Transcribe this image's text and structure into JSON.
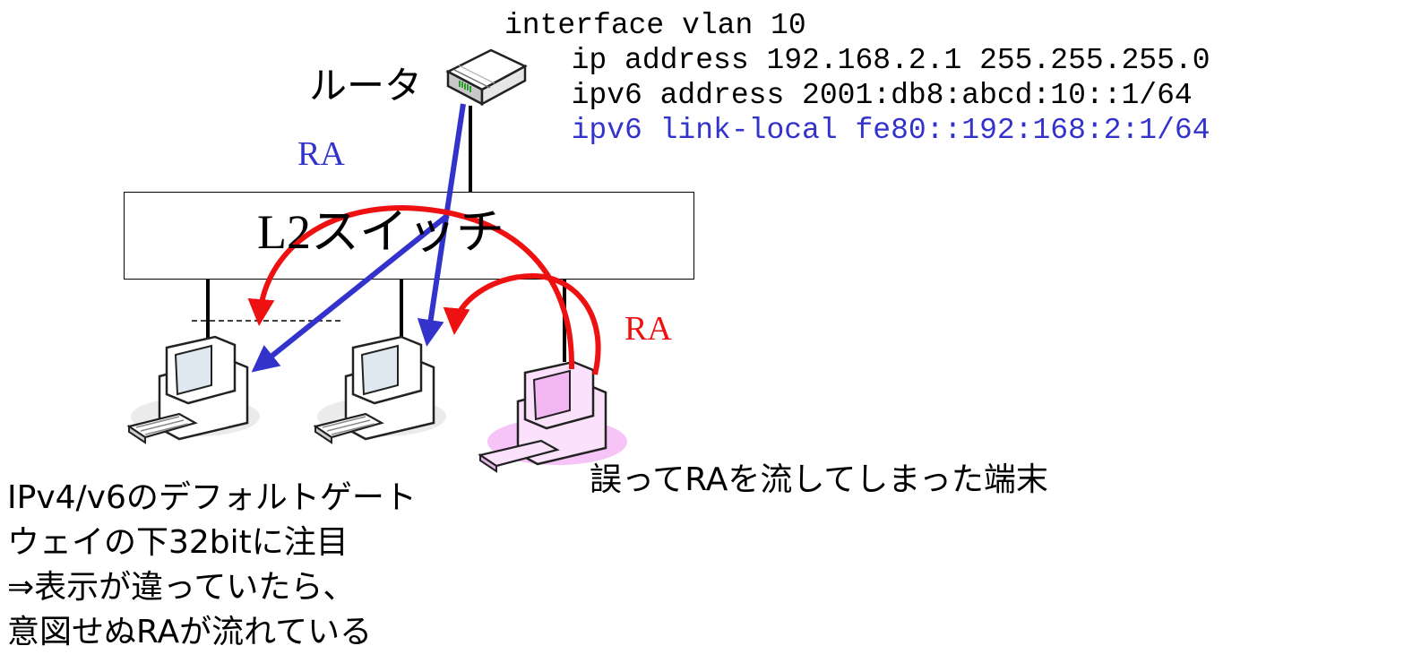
{
  "config": {
    "lines": [
      "interface vlan 10",
      "  ip address 192.168.2.1 255.255.255.0",
      "  ipv6 address 2001:db8:abcd:10::1/64",
      "  ipv6 link-local fe80::192:168:2:1/64"
    ],
    "highlight_color": "#3333cc"
  },
  "router": {
    "label": "ルータ"
  },
  "switch": {
    "label": "L2スイッチ"
  },
  "ra_blue": {
    "label": "RA",
    "color": "#3333cc"
  },
  "ra_red": {
    "label": "RA",
    "color": "#ee1111"
  },
  "rogue_terminal": {
    "label": "誤ってRAを流してしまった端末",
    "color": "#f0a0f0"
  },
  "note": {
    "lines": [
      "IPv4/v6のデフォルトゲート",
      "ウェイの下32bitに注目",
      "⇒表示が違っていたら、",
      "意図せぬRAが流れている"
    ]
  },
  "icons": [
    "router-icon",
    "pc-icon",
    "pc-icon",
    "rogue-pc-icon"
  ]
}
